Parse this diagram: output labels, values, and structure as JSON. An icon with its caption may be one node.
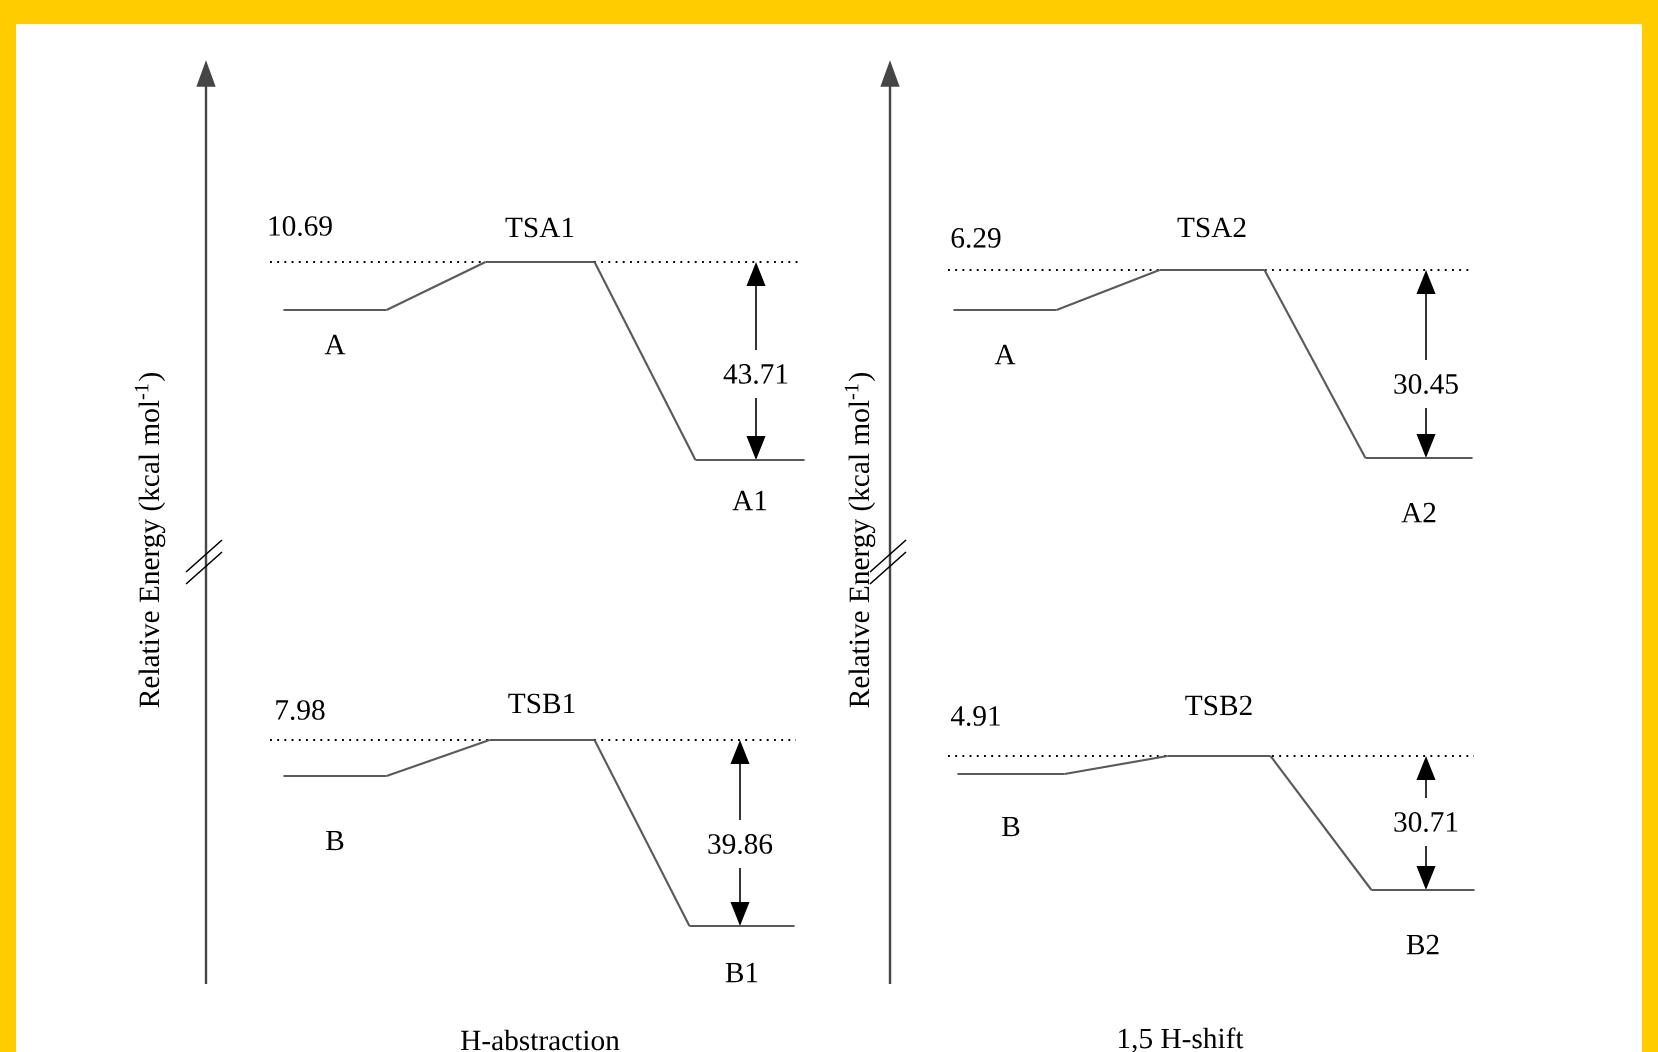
{
  "diagram": {
    "nodes": [
      {
        "text": [
          "A"
        ]
      },
      {
        "text": [
          "TSA1"
        ]
      },
      {
        "text": [
          "A1"
        ]
      },
      {
        "text": [
          "B"
        ]
      },
      {
        "text": [
          "TSB1"
        ]
      },
      {
        "text": [
          "B1"
        ]
      },
      {
        "text": [
          "A"
        ]
      },
      {
        "text": [
          "TSA2"
        ]
      },
      {
        "text": [
          "A2"
        ]
      },
      {
        "text": [
          "B"
        ]
      },
      {
        "text": [
          "TSB2"
        ]
      },
      {
        "text": [
          "B2"
        ]
      }
    ],
    "edges": [
      {
        "from": 0,
        "to": 1,
        "arrow": "none"
      },
      {
        "from": 1,
        "to": 2,
        "arrow": "none"
      },
      {
        "from": 3,
        "to": 4,
        "arrow": "none"
      },
      {
        "from": 4,
        "to": 5,
        "arrow": "none"
      },
      {
        "from": 6,
        "to": 7,
        "arrow": "none"
      },
      {
        "from": 7,
        "to": 8,
        "arrow": "none"
      },
      {
        "from": 9,
        "to": 10,
        "arrow": "none"
      },
      {
        "from": 10,
        "to": 11,
        "arrow": "none"
      }
    ],
    "labels": [
      "10.69",
      "6.29",
      "43.71",
      "30.45",
      "Relative Energy (kcal mol$^{-1}$)",
      "Relative Energy (kcal mol$^{-1}$)",
      "7.98",
      "4.91",
      "39.86",
      "30.71",
      "H-abstraction",
      "1,5 H-shift"
    ]
  }
}
